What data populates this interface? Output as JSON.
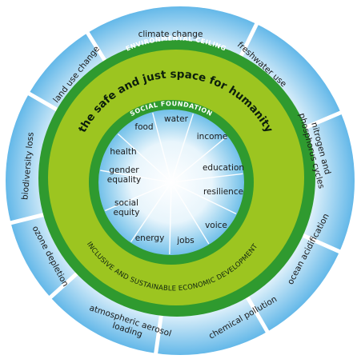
{
  "diagram": {
    "environmental_ceiling_label": "ENVIRONMENTAL CEILING",
    "social_foundation_label": "SOCIAL FOUNDATION",
    "safe_space_label": "the safe and just space for humanity",
    "development_label": "INCLUSIVE AND SUSTAINABLE ECONOMIC DEVELOPMENT",
    "planetary_boundaries": [
      "climate change",
      "freshwater use",
      "nitrogen and phosphorus cycles",
      "ocean acidification",
      "chemical pollution",
      "atmospheric aerosol loading",
      "ozone depletion",
      "biodiversity loss",
      "land use change"
    ],
    "social_dimensions": [
      "water",
      "income",
      "education",
      "resilience",
      "voice",
      "jobs",
      "energy",
      "social equity",
      "gender equality",
      "health",
      "food"
    ],
    "colors": {
      "outer_blue": "#5fb6e8",
      "green_ring": "#2f9a2f",
      "lime_band": "#9cc520",
      "inner_blue": "#6fbfe9"
    }
  }
}
